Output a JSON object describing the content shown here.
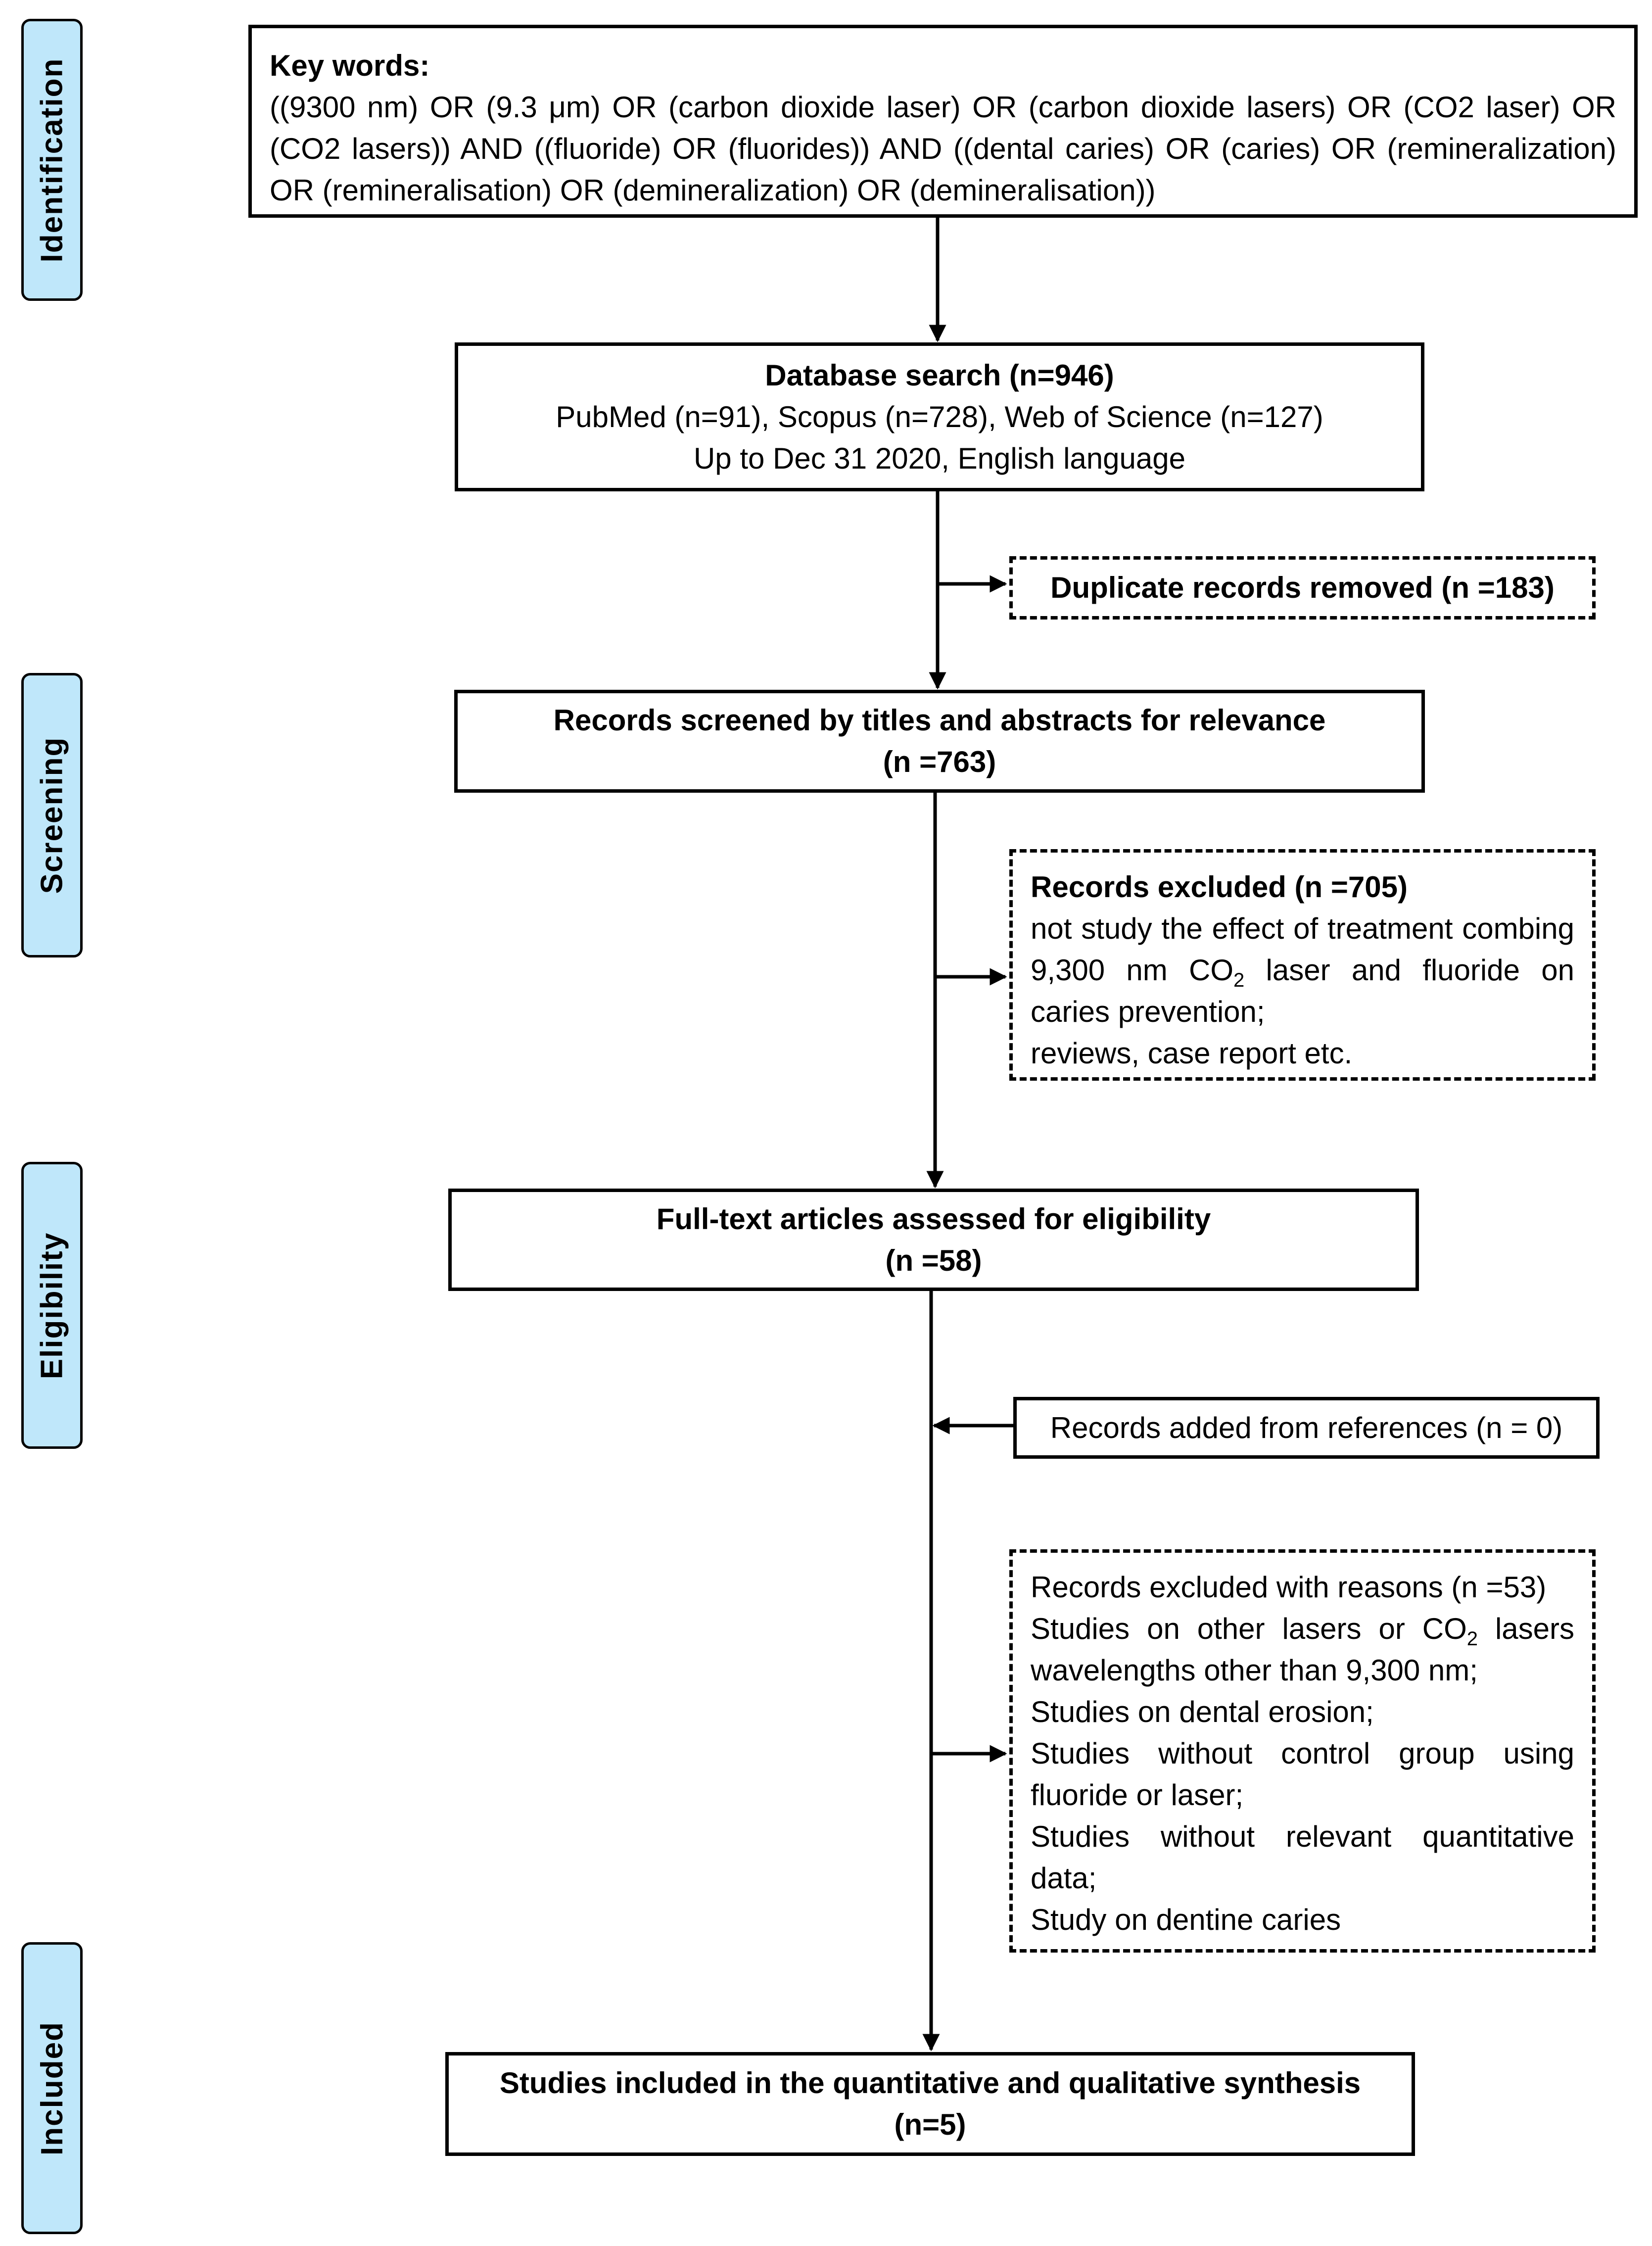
{
  "stages": {
    "identification": "Identification",
    "screening": "Screening",
    "eligibility": "Eligibility",
    "included": "Included"
  },
  "keywords": {
    "title": "Key words:",
    "text": "((9300 nm) OR (9.3 μm) OR (carbon dioxide laser) OR (carbon dioxide lasers) OR (CO2 laser) OR (CO2 lasers)) AND ((fluoride) OR (fluorides)) AND ((dental caries) OR (caries) OR (remineralization) OR (remineralisation) OR (demineralization) OR (demineralisation))"
  },
  "database": {
    "title": "Database search (n=946)",
    "sources": "PubMed (n=91), Scopus (n=728), Web of Science (n=127)",
    "limits": "Up to Dec 31 2020, English language"
  },
  "duplicates": {
    "text": "Duplicate records removed (n =183)"
  },
  "screened": {
    "title": "Records screened by titles and abstracts for relevance",
    "count": "(n =763)"
  },
  "excluded1": {
    "title": "Records excluded (n =705)",
    "reason_a": "not study the effect of treatment combing 9,300 nm CO",
    "reason_a_sub": "2",
    "reason_a_end": " laser and fluoride on caries prevention;",
    "reason_b": "reviews, case report etc."
  },
  "fulltext": {
    "title": "Full-text articles assessed for eligibility",
    "count": "(n =58)"
  },
  "added": {
    "text": "Records added from references (n = 0)"
  },
  "excluded2": {
    "title": "Records excluded with reasons (n =53)",
    "reason_1": "Studies on other lasers or CO",
    "reason_1_sub": "2",
    "reason_1_end": " lasers wavelengths other than 9,300 nm;",
    "reason_2": "Studies on dental erosion;",
    "reason_3": "Studies without control group using fluoride or laser;",
    "reason_4": "Studies without relevant quantitative data;",
    "reason_5": "Study on dentine caries"
  },
  "included": {
    "title": "Studies included in the quantitative and qualitative synthesis",
    "count": "(n=5)"
  }
}
